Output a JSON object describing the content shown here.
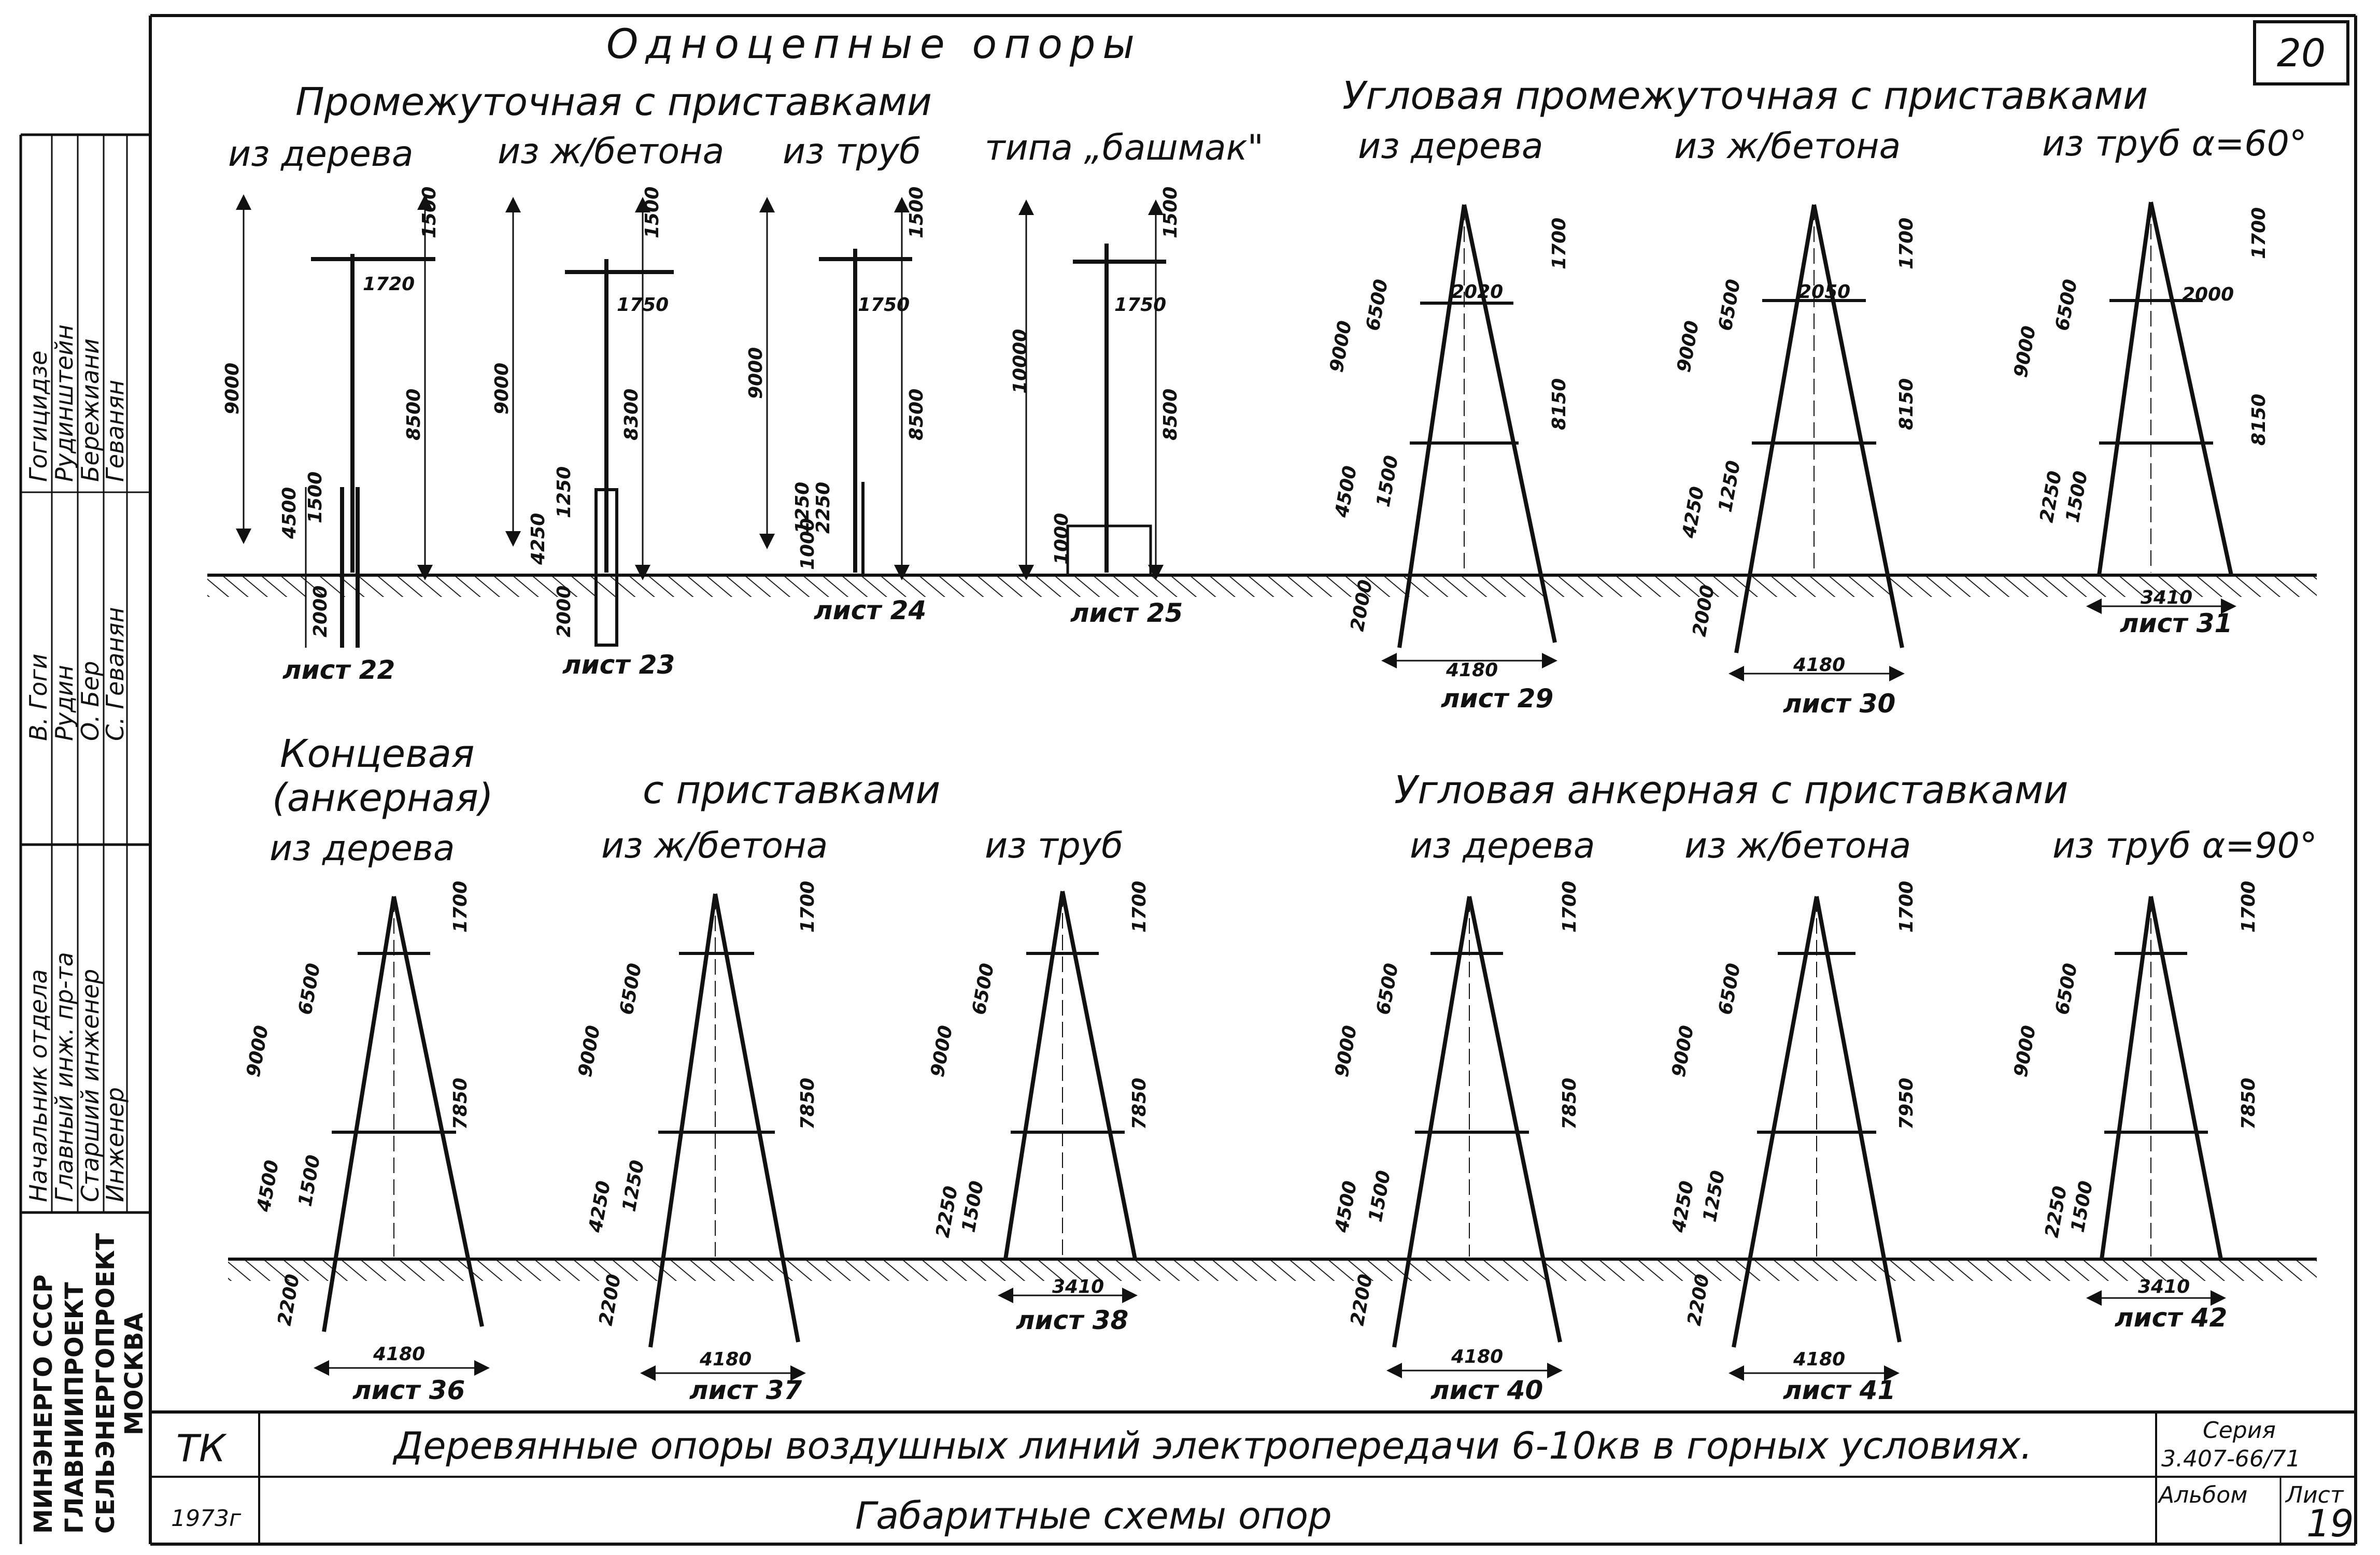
{
  "sheet": {
    "title": "Одноцепные опоры",
    "sheet_number": "20"
  },
  "sections": {
    "top_left": {
      "title": "Промежуточная с приставками",
      "columns": [
        "из дерева",
        "из ж/бетона",
        "из труб",
        "типа „башмак\""
      ]
    },
    "top_right": {
      "title": "Угловая промежуточная с приставками",
      "columns": [
        "из дерева",
        "из ж/бетона",
        "из труб α=60°"
      ]
    },
    "bottom_left": {
      "title_a": "Концевая",
      "title_b": "(анкерная)",
      "title_c": "с приставками",
      "columns": [
        "из дерева",
        "из ж/бетона",
        "из труб"
      ]
    },
    "bottom_right": {
      "title": "Угловая анкерная с приставками",
      "columns": [
        "из дерева",
        "из ж/бетона",
        "из труб α=90°"
      ]
    }
  },
  "poles": [
    {
      "id": "p22",
      "sheet": "лист 22",
      "dims": [
        "1500",
        "1720",
        "9000",
        "8500",
        "1500",
        "4500",
        "2000"
      ]
    },
    {
      "id": "p23",
      "sheet": "лист 23",
      "dims": [
        "1500",
        "1750",
        "9000",
        "8300",
        "1250",
        "4250",
        "2000"
      ]
    },
    {
      "id": "p24",
      "sheet": "лист 24",
      "dims": [
        "1500",
        "1750",
        "9000",
        "8500",
        "1250",
        "2250",
        "1000"
      ]
    },
    {
      "id": "p25",
      "sheet": "лист 25",
      "dims": [
        "1500",
        "1750",
        "10000",
        "8500",
        "1000"
      ]
    },
    {
      "id": "p29",
      "sheet": "лист 29",
      "dims": [
        "1700",
        "2020",
        "6500",
        "9000",
        "8150",
        "4500",
        "1500",
        "2000",
        "4180"
      ]
    },
    {
      "id": "p30",
      "sheet": "лист 30",
      "dims": [
        "1700",
        "2050",
        "6500",
        "9000",
        "8150",
        "4250",
        "1250",
        "2000",
        "4180"
      ]
    },
    {
      "id": "p31",
      "sheet": "лист 31",
      "dims": [
        "1700",
        "2000",
        "6500",
        "9000",
        "8150",
        "2250",
        "1500",
        "3410"
      ]
    },
    {
      "id": "p36",
      "sheet": "лист 36",
      "dims": [
        "1700",
        "6500",
        "9000",
        "7850",
        "4500",
        "1500",
        "2200",
        "4180"
      ]
    },
    {
      "id": "p37",
      "sheet": "лист 37",
      "dims": [
        "1700",
        "6500",
        "9000",
        "7850",
        "4250",
        "1250",
        "2200",
        "4180"
      ]
    },
    {
      "id": "p38",
      "sheet": "лист 38",
      "dims": [
        "1700",
        "6500",
        "9000",
        "7850",
        "2250",
        "1500",
        "3410"
      ]
    },
    {
      "id": "p40",
      "sheet": "лист 40",
      "dims": [
        "1700",
        "6500",
        "9000",
        "7850",
        "4500",
        "1500",
        "2200",
        "4180"
      ]
    },
    {
      "id": "p41",
      "sheet": "лист 41",
      "dims": [
        "1700",
        "6500",
        "9000",
        "7950",
        "4250",
        "1250",
        "2200",
        "4180"
      ]
    },
    {
      "id": "p42",
      "sheet": "лист 42",
      "dims": [
        "1700",
        "6500",
        "9000",
        "7850",
        "2250",
        "1500",
        "3410"
      ]
    }
  ],
  "stamp": {
    "org": [
      "МИНЭНЕРГО СССР",
      "ГЛАВНИИПРОЕКТ",
      "СЕЛЬЭНЕРГОПРОЕКТ",
      "МОСКВА"
    ],
    "roles": [
      "Начальник отдела",
      "Главный инж. пр-та",
      "Старший инженер",
      "Инженер"
    ],
    "names": [
      "Гогицидзе",
      "Рудинштейн",
      "Бережиани",
      "Геванян"
    ],
    "signatures": [
      "В. Гоги",
      "Рудин",
      "О. Бер",
      "С. Геванян"
    ]
  },
  "title_block": {
    "code": "ТК",
    "year": "1973г",
    "title_main": "Деревянные опоры воздушных линий электропередачи 6-10кв в горных условиях.",
    "title_sub": "Габаритные схемы опор",
    "series_label": "Серия",
    "series_value": "3.407-66/71",
    "album_label": "Альбом",
    "list_label": "Лист",
    "list_value": "19"
  }
}
